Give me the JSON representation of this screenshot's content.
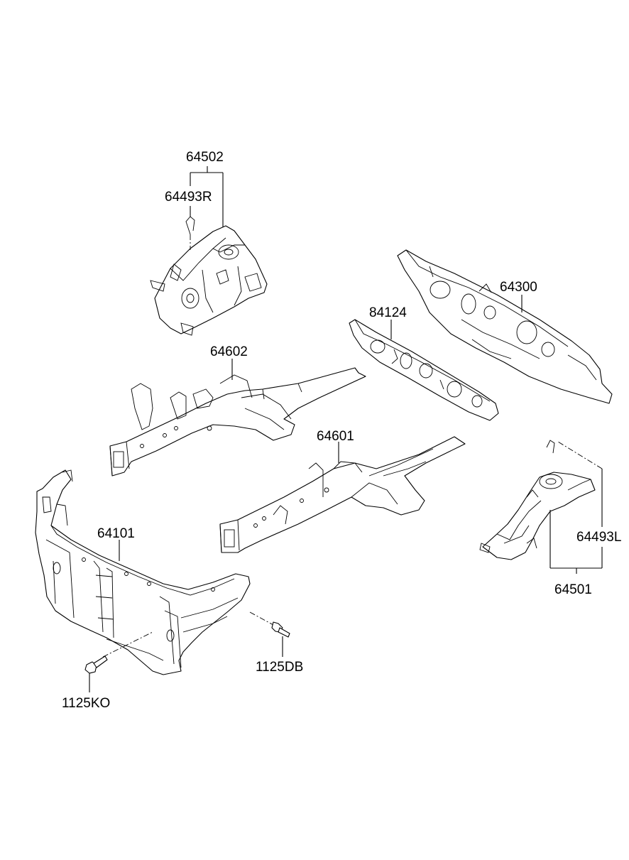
{
  "labels": {
    "p64502": "64502",
    "p64493R": "64493R",
    "p64300": "64300",
    "p84124": "84124",
    "p64602": "64602",
    "p64601": "64601",
    "p64101": "64101",
    "p64493L": "64493L",
    "p64501": "64501",
    "p1125DB": "1125DB",
    "p1125KO": "1125KO"
  }
}
